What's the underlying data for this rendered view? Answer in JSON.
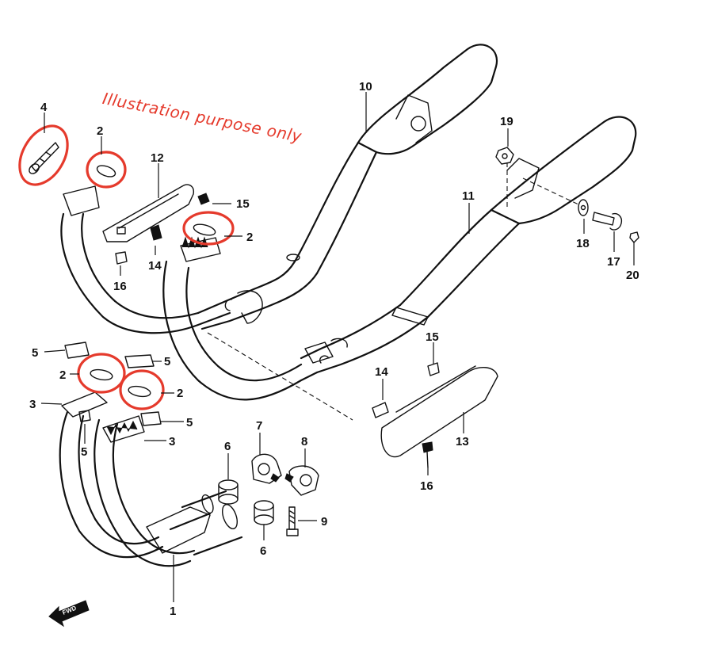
{
  "diagram": {
    "note": "Illustration purpose only",
    "fwd_label": "FWD",
    "callouts": {
      "c1": "1",
      "c2a": "2",
      "c2b": "2",
      "c2c": "2",
      "c2d": "2",
      "c3a": "3",
      "c3b": "3",
      "c4": "4",
      "c5a": "5",
      "c5b": "5",
      "c5c": "5",
      "c5d": "5",
      "c6a": "6",
      "c6b": "6",
      "c7": "7",
      "c8": "8",
      "c9": "9",
      "c10": "10",
      "c11": "11",
      "c12": "12",
      "c13": "13",
      "c14a": "14",
      "c14b": "14",
      "c15a": "15",
      "c15b": "15",
      "c16a": "16",
      "c16b": "16",
      "c17": "17",
      "c18": "18",
      "c19": "19",
      "c20": "20"
    },
    "highlight_color": "#e53a2c",
    "line_color": "#111111"
  }
}
